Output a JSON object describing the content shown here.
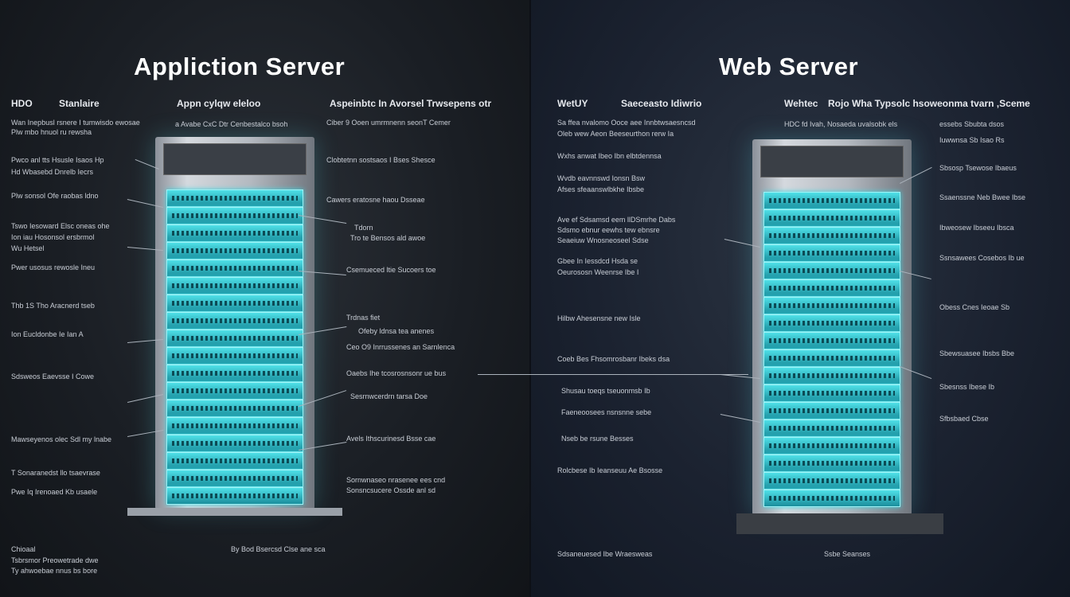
{
  "titles": {
    "left": "Appliction Server",
    "right": "Web Server"
  },
  "left_headers": [
    "HDO",
    "Stanlaire",
    "Appn cylqw eleloo",
    "Aspeinbtc In Avorsel Trwsepens otr"
  ],
  "right_headers": [
    "WetUY",
    "Saeceasto Idiwrio",
    "Wehtec",
    "Rojo Wha Typsolc hsoweonma tvarn ,Sceme"
  ],
  "left_labels": [
    "Wan Inepbusl rsnere I tumwisdo ewosae",
    "Plw mbo hnuol ru rewsha",
    "Pwco anl tts Hsusle Isaos Hp",
    "Hd Wbasebd Dnrelb Iecrs",
    "Plw sonsol Ofe raobas ldno",
    "Tswo Iesoward Elsc oneas ohe",
    "Ion iau Hosonsol ersbrmol",
    "Wu Hetsel",
    "Pwer usosus rewosle Ineu",
    "Thb 1S Tho Aracnerd tseb",
    "Ion Eucldonbe Ie Ian A",
    "Sdsweos Eaevsse I Cowe",
    "Mawseyenos olec Sdl my lnabe",
    "T Sonaranedst llo tsaevrase",
    "Pwe Iq Irenoaed Kb usaele",
    "Chioaal",
    "Tsbrsmor Preowetrade dwe",
    "Ty ahwoebae nnus bs bore"
  ],
  "left_mid_labels": [
    "a Avabe CxC Dtr Cenbestalco bsoh",
    "Ciber 9 Ooen umrmnenn seonT Cemer",
    "Clobtetnn sostsaos I Bses Shesce",
    "Cawers eratosne haou Dsseae",
    "Tdorn",
    "Tro te Bensos ald awoe",
    "Csemueced ltie Sucoers toe",
    "Trdnas fiet",
    "Ofeby ldnsa tea anenes",
    "Ceo O9 Inrrussenes an Sarnlenca",
    "Oaebs Ihe tcosrosnsonr ue bus",
    "Sesrnwcerdrn tarsa Doe",
    "Avels Ithscurinesd Bsse cae",
    "Sornwnaseo nrasenee ees cnd",
    "Sonsncsucere Ossde anl sd",
    "By Bod Bsercsd Clse ane sca"
  ],
  "right_labels": [
    "Sa ffea nvalomo Ooce aee Innbtwsaesncsd",
    "Oleb wew Aeon Beeseurthon rerw Ia",
    "Wxhs anwat Ibeo Ibn elbtdennsa",
    "Wvdb eavnnswd Ionsn Bsw",
    "Afses sfeaanswlbkhe Ibsbe",
    "Ave ef Sdsamsd eem llDSmrhe Dabs",
    "Sdsmo ebnur eewhs tew ebnsre",
    "Seaeiuw Wnosneoseel Sdse",
    "Gbee In Iessdcd Hsda se",
    "Oeurososn Weenrse Ibe I",
    "Hilbw Ahesensne new Isle",
    "Coeb Bes Fhsomrosbanr Ibeks dsa",
    "Shusau toeqs tseuonmsb Ib",
    "Faeneoosees nsnsnne sebe",
    "Nseb be rsune Besses",
    "Rolcbese Ib Ieanseuu Ae Bsosse",
    "Sdsaneuesed Ibe Wraesweas"
  ],
  "right_side_labels": [
    "HDC fd Ivah, Nosaeda uvalsobk els",
    "essebs Sbubta dsos",
    "Iuwwnsa Sb Isao Rs",
    "Sbsosp Tsewose Ibaeus",
    "Ssaenssne Neb Bwee Ibse",
    "Ibweosew Ibseeu Ibsca",
    "Ssnsawees Cosebos Ib ue",
    "Obess Cnes Ieoae Sb",
    "Sbewsuasee Ibsbs Bbe",
    "Sbesnss Ibese Ib",
    "Sfbsbaed Cbse",
    "Ssbe Seanses"
  ]
}
